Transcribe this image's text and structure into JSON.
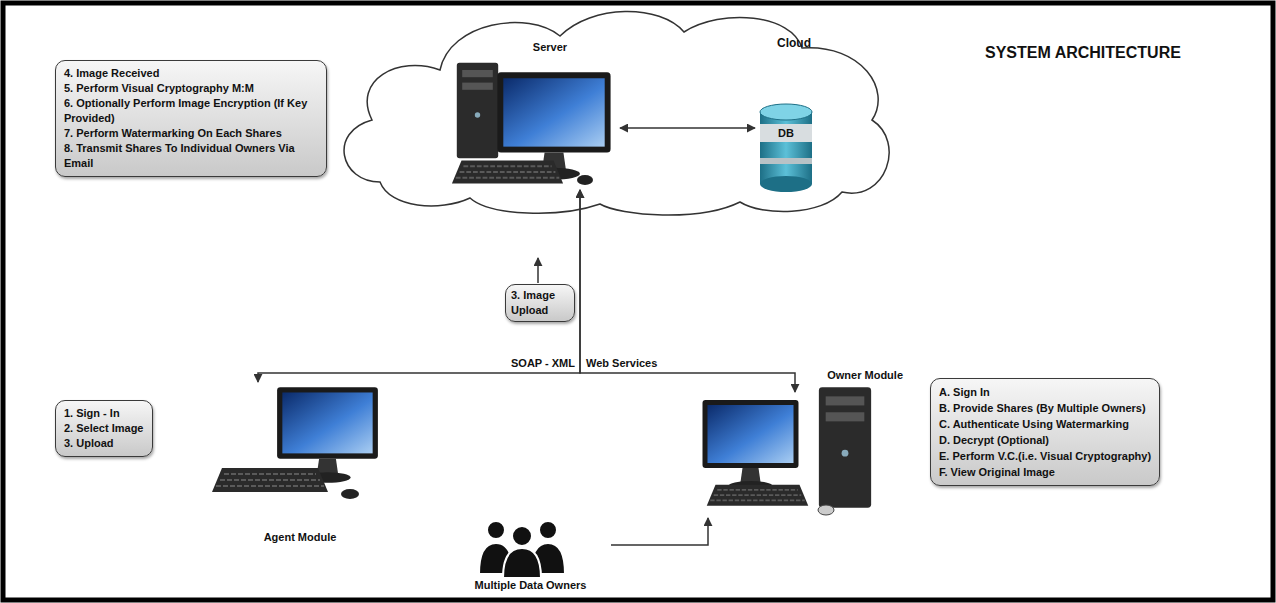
{
  "diagram": {
    "title": "SYSTEM ARCHITECTURE",
    "nodes": [
      {
        "text": [
          "Cloud"
        ]
      },
      {
        "text": [
          "Server"
        ],
        "in": 0
      },
      {
        "text": [
          "DB"
        ],
        "in": 0
      },
      {
        "text": [
          "4. Image Received",
          "5. Perform Visual Cryptography M:M",
          "6. Optionally Perform Image Encryption (If Key Provided)",
          "7. Perform Watermarking On Each Shares",
          "8. Transmit Shares To Individual Owners Via Email"
        ]
      },
      {
        "text": [
          "3. Image Upload"
        ]
      },
      {
        "text": [
          "1. Sign - In",
          "2. Select Image",
          "3. Upload"
        ]
      },
      {
        "text": [
          "Agent Module"
        ]
      },
      {
        "text": [
          "Owner Module"
        ]
      },
      {
        "text": [
          "A. Sign In",
          "B. Provide Shares (By Multiple Owners)",
          "C. Authenticate Using Watermarking",
          "D. Decrypt (Optional)",
          "E. Perform V.C.(i.e. Visual Cryptography)",
          "F. View Original Image"
        ]
      },
      {
        "text": [
          "Multiple Data Owners"
        ]
      }
    ],
    "edges": [
      {
        "from": 1,
        "to": 2,
        "arrow": "both"
      },
      {
        "from": 6,
        "to": 1,
        "arrow": "both"
      },
      {
        "from": 7,
        "to": 1,
        "arrow": "both"
      },
      {
        "from": 9,
        "to": 7,
        "arrow": "to"
      }
    ],
    "labels": [
      "SOAP - XML",
      "Web Services"
    ]
  }
}
